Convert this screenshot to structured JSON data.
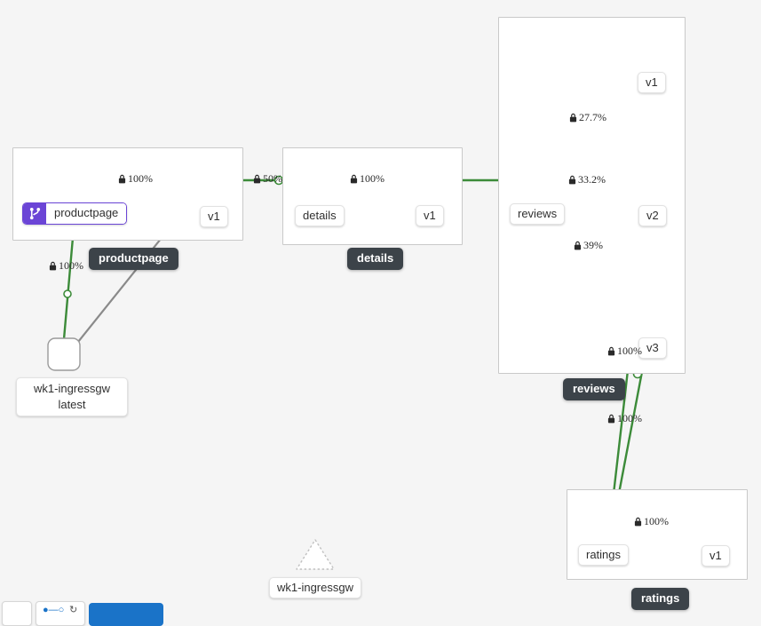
{
  "canvas": {
    "background": "#f5f5f5",
    "edge_color_healthy": "#3c8b39",
    "edge_color_idle": "#8a8a8a",
    "tooltip_bg": "#3c4349",
    "badge_purple": "#6b45d6"
  },
  "nodes": {
    "ingressgw": {
      "name": "wk1-ingressgw",
      "version": "latest",
      "shape": "box"
    },
    "ingressgw_service": {
      "name": "wk1-ingressgw",
      "shape": "triangle-dashed"
    },
    "productpage": {
      "service_label": "productpage",
      "tooltip": "productpage",
      "badge_icon": "route-icon",
      "versions": [
        {
          "label": "v1"
        }
      ]
    },
    "details": {
      "service_label": "details",
      "tooltip": "details",
      "versions": [
        {
          "label": "v1"
        }
      ]
    },
    "reviews": {
      "service_label": "reviews",
      "tooltip": "reviews",
      "versions": [
        {
          "label": "v1"
        },
        {
          "label": "v2"
        },
        {
          "label": "v3"
        }
      ]
    },
    "ratings": {
      "service_label": "ratings",
      "tooltip": "ratings",
      "versions": [
        {
          "label": "v1"
        }
      ]
    }
  },
  "edges": [
    {
      "id": "gw-to-productpage",
      "label": "100%",
      "icon": "lock-icon",
      "protocol": "mtls",
      "status": "healthy"
    },
    {
      "id": "productpage-svc-v1",
      "label": "100%",
      "icon": "lock-icon",
      "protocol": "mtls",
      "status": "healthy"
    },
    {
      "id": "productpage-details",
      "label": "50%",
      "icon": "lock-icon",
      "protocol": "mtls",
      "status": "healthy"
    },
    {
      "id": "details-svc-v1",
      "label": "100%",
      "icon": "lock-icon",
      "protocol": "mtls",
      "status": "healthy"
    },
    {
      "id": "productpage-reviews",
      "label": "",
      "icon": "",
      "protocol": "mtls",
      "status": "healthy"
    },
    {
      "id": "reviews-v1",
      "label": "27.7%",
      "icon": "lock-icon",
      "protocol": "mtls",
      "status": "healthy"
    },
    {
      "id": "reviews-v2",
      "label": "33.2%",
      "icon": "lock-icon",
      "protocol": "mtls",
      "status": "healthy"
    },
    {
      "id": "reviews-v3",
      "label": "39%",
      "icon": "lock-icon",
      "protocol": "mtls",
      "status": "healthy"
    },
    {
      "id": "reviews-v2-ratings",
      "label": "100%",
      "icon": "lock-icon",
      "protocol": "mtls",
      "status": "healthy"
    },
    {
      "id": "reviews-v3-ratings",
      "label": "100%",
      "icon": "lock-icon",
      "protocol": "mtls",
      "status": "healthy"
    },
    {
      "id": "ratings-svc-v1",
      "label": "100%",
      "icon": "lock-icon",
      "protocol": "mtls",
      "status": "healthy"
    },
    {
      "id": "gw-to-productpage-v1",
      "label": "",
      "icon": "",
      "protocol": "plain",
      "status": "idle"
    }
  ]
}
